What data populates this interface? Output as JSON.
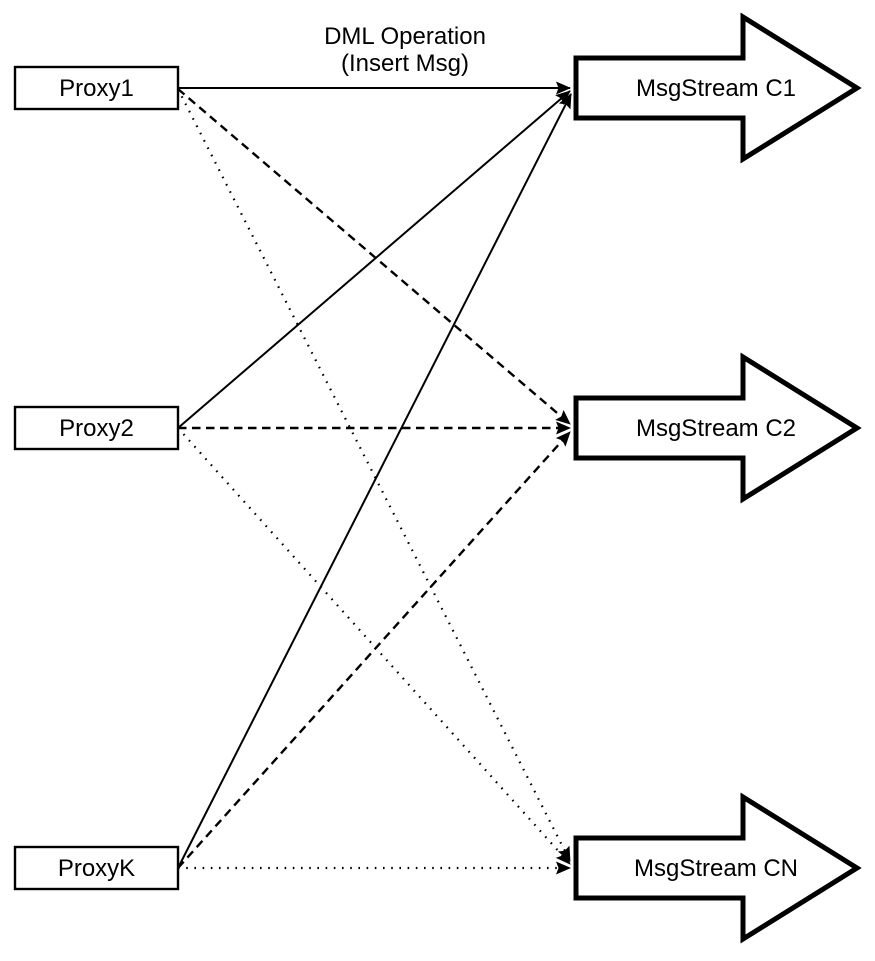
{
  "diagram": {
    "background_color": "#ffffff",
    "line_color": "#000000",
    "annotation": {
      "line1": "DML Operation",
      "line2": "(Insert Msg)"
    },
    "proxies": [
      {
        "label": "Proxy1"
      },
      {
        "label": "Proxy2"
      },
      {
        "label": "ProxyK"
      }
    ],
    "streams": [
      {
        "label": "MsgStream C1"
      },
      {
        "label": "MsgStream C2"
      },
      {
        "label": "MsgStream CN"
      }
    ],
    "edges": [
      {
        "from": "Proxy1",
        "to": "MsgStream C1",
        "style": "solid"
      },
      {
        "from": "Proxy2",
        "to": "MsgStream C1",
        "style": "solid"
      },
      {
        "from": "ProxyK",
        "to": "MsgStream C1",
        "style": "solid"
      },
      {
        "from": "Proxy1",
        "to": "MsgStream C2",
        "style": "dashed"
      },
      {
        "from": "Proxy2",
        "to": "MsgStream C2",
        "style": "dashed"
      },
      {
        "from": "ProxyK",
        "to": "MsgStream C2",
        "style": "dashed"
      },
      {
        "from": "Proxy1",
        "to": "MsgStream CN",
        "style": "dotted"
      },
      {
        "from": "Proxy2",
        "to": "MsgStream CN",
        "style": "dotted"
      },
      {
        "from": "ProxyK",
        "to": "MsgStream CN",
        "style": "dotted"
      }
    ]
  }
}
